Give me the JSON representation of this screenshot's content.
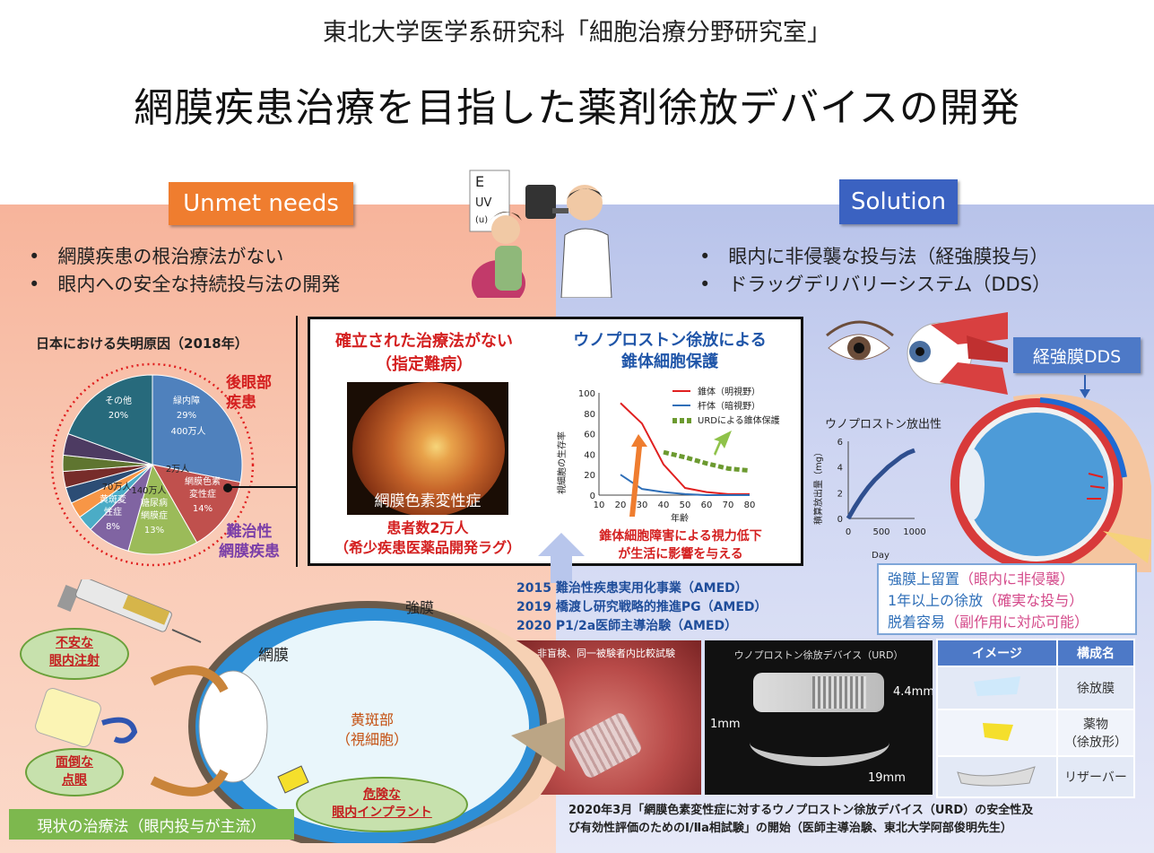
{
  "header": {
    "lab": "東北大学医学系研究科「細胞治療分野研究室」",
    "title": "網膜疾患治療を目指した薬剤徐放デバイスの開発"
  },
  "left": {
    "label": "Unmet needs",
    "bullets": [
      "網膜疾患の根治療法がない",
      "眼内への安全な持続投与法の開発"
    ],
    "pie_title": "日本における失明原因（2018年）",
    "posterior_label": [
      "後眼部",
      "疾患"
    ],
    "refractory_label": [
      "難治性",
      "網膜疾患"
    ],
    "eye_labels": {
      "sclera": "強膜",
      "retina": "網膜",
      "macula": [
        "黄斑部",
        "（視細胞）"
      ]
    },
    "callouts": {
      "injection": [
        "不安な",
        "眼内注射"
      ],
      "drops": [
        "面倒な",
        "点眼"
      ],
      "implant": [
        "危険な",
        "眼内インプラント"
      ]
    },
    "current_therapy": "現状の治療法（眼内投与が主流）"
  },
  "center": {
    "no_cure_title": [
      "確立された治療法がない",
      "（指定難病）"
    ],
    "fundus_caption": "網膜色素変性症",
    "patients": [
      "患者数2万人",
      "（希少疾患医薬品開発ラグ）"
    ],
    "graph_title": [
      "ウノプロストン徐放による",
      "錐体細胞保護"
    ],
    "graph_effect": [
      "錐体細胞障害による視力低下",
      "が生活に影響を与える"
    ]
  },
  "right": {
    "label": "Solution",
    "bullets": [
      "眼内に非侵襲な投与法（経強膜投与）",
      "ドラッグデリバリーシステム（DDS）"
    ],
    "dds_label": "経強膜DDS",
    "benefits": [
      {
        "a": "強膜上留置",
        "b": "（眼内に非侵襲）"
      },
      {
        "a": "1年以上の徐放",
        "b": "（確実な投与）"
      },
      {
        "a": "脱着容易",
        "b": "（副作用に対応可能）"
      }
    ],
    "milestones": [
      "2015 難治性疾患実用化事業（AMED）",
      "2019 橋渡し研究戦略的推進PG（AMED）",
      "2020 P1/2a医師主導治験（AMED）"
    ],
    "surgery_caption": "非盲検、同一被験者内比較試験",
    "device_caption": "ウノプロストン徐放デバイス（URD）",
    "device_dims": {
      "w": "4.4mm",
      "t": "1mm",
      "l": "19mm"
    },
    "table": {
      "headers": [
        "イメージ",
        "構成名"
      ],
      "rows": [
        [
          "徐放膜"
        ],
        [
          "薬物",
          "（徐放形）"
        ],
        [
          "リザーバー"
        ]
      ]
    },
    "footer": [
      "2020年3月「網膜色素変性症に対するウノプロストン徐放デバイス（URD）の安全性及",
      "び有効性評価のためのⅠ/Ⅱa相試験」の開始（医師主導治験、東北大学阿部俊明先生）"
    ]
  },
  "chart_data": [
    {
      "type": "pie",
      "title": "日本における失明原因（2018年）",
      "slices": [
        {
          "label": "緑内障",
          "sub": "400万人",
          "percent": 29,
          "color": "#4f81bd"
        },
        {
          "label": "網膜色素変性症",
          "sub": "2万人",
          "percent": 14,
          "color": "#c0504d"
        },
        {
          "label": "糖尿病網膜症",
          "sub": "140万人",
          "percent": 13,
          "color": "#9bbb59"
        },
        {
          "label": "黄斑変性症",
          "sub": "70万人",
          "percent": 8,
          "color": "#8064a2"
        },
        {
          "label": "",
          "percent": 3,
          "color": "#4bacc6"
        },
        {
          "label": "",
          "percent": 3,
          "color": "#f79646"
        },
        {
          "label": "",
          "percent": 3,
          "color": "#2c4d75"
        },
        {
          "label": "",
          "percent": 3,
          "color": "#772c2a"
        },
        {
          "label": "",
          "percent": 3,
          "color": "#5f7530"
        },
        {
          "label": "",
          "percent": 4,
          "color": "#4d3b62"
        },
        {
          "label": "その他",
          "percent": 20,
          "color": "#276a7c"
        }
      ],
      "display": {
        "glaucoma": [
          "緑内障",
          "29%",
          "400万人"
        ],
        "rp": [
          "2万人",
          "網膜色素",
          "変性症",
          "14%"
        ],
        "dr": [
          "140万人",
          "糖尿病",
          "網膜症",
          "13%"
        ],
        "amd": [
          "70万人",
          "黄斑変",
          "性症",
          "8%"
        ],
        "other": [
          "その他",
          "20%"
        ]
      }
    },
    {
      "type": "line",
      "xlabel": "年齢",
      "ylabel": "視細胞の生存率",
      "x": [
        10,
        20,
        30,
        40,
        50,
        60,
        70,
        80
      ],
      "ylim": [
        0,
        100
      ],
      "xlim": [
        10,
        80
      ],
      "series": [
        {
          "name": "錐体（明視野）",
          "color": "#e02020",
          "x": [
            20,
            30,
            40,
            50,
            60,
            70,
            80
          ],
          "y": [
            90,
            70,
            30,
            7,
            3,
            1,
            1
          ]
        },
        {
          "name": "杆体（暗視野）",
          "color": "#2f6fb8",
          "x": [
            20,
            30,
            40,
            50,
            60,
            70,
            80
          ],
          "y": [
            20,
            6,
            3,
            1,
            0,
            0,
            0
          ]
        },
        {
          "name": "URDによる錐体保護",
          "color": "#6c9a30",
          "x": [
            40,
            50,
            60,
            70,
            80
          ],
          "y": [
            42,
            37,
            31,
            26,
            24
          ]
        }
      ]
    },
    {
      "type": "line",
      "title": "ウノプロストン放出性",
      "xlabel": "Day",
      "ylabel": "積算放出量（mg）",
      "xlim": [
        0,
        1000
      ],
      "ylim": [
        0,
        6
      ],
      "x_ticks": [
        "0",
        "500",
        "1000"
      ],
      "y_ticks": [
        "0",
        "2",
        "4",
        "6"
      ],
      "series": [
        {
          "name": "",
          "color": "#2f4f8f",
          "x": [
            0,
            100,
            200,
            300,
            400,
            500,
            600,
            700,
            800,
            900,
            1000
          ],
          "y": [
            0,
            0.9,
            1.7,
            2.4,
            3.0,
            3.5,
            4.0,
            4.4,
            4.8,
            5.1,
            5.3
          ]
        }
      ]
    }
  ]
}
